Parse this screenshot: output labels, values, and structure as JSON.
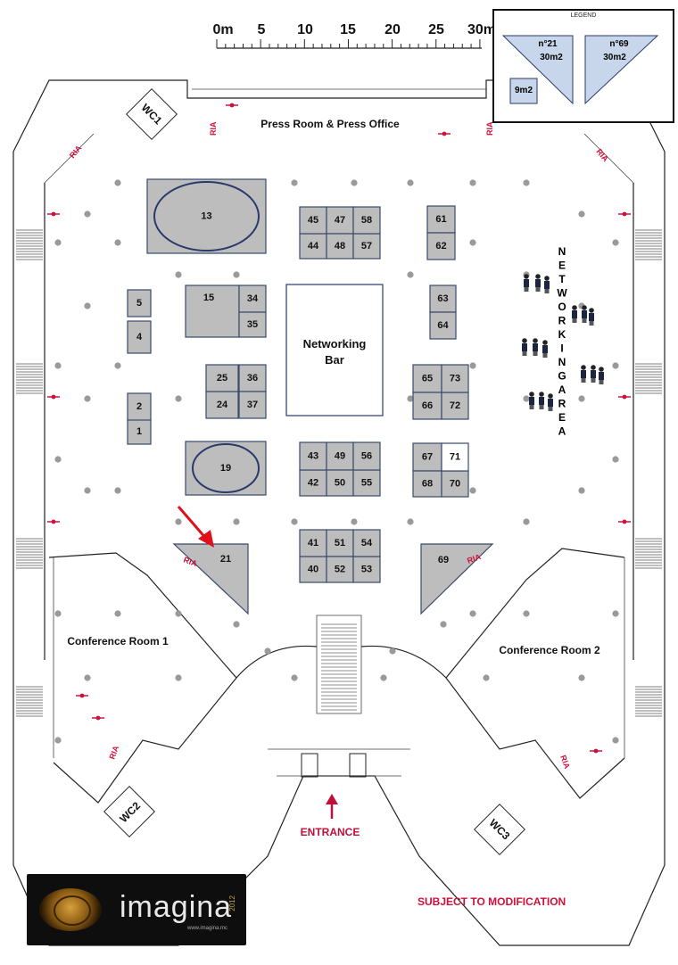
{
  "scale_bar": {
    "ticks": [
      "0m",
      "5",
      "10",
      "15",
      "20",
      "25",
      "30m"
    ]
  },
  "legend": {
    "title": "LEGEND",
    "items": [
      {
        "label": "n°21",
        "area": "30m2"
      },
      {
        "label": "n°69",
        "area": "30m2"
      },
      {
        "label": "9m2"
      }
    ]
  },
  "rooms": {
    "press": "Press Room & Press Office",
    "conference_1": "Conference Room 1",
    "conference_2": "Conference Room 2",
    "networking_bar": [
      "Networking",
      "Bar"
    ],
    "networking_area": [
      "N",
      "E",
      "T",
      "W",
      "O",
      "R",
      "K",
      "I",
      "N",
      "G",
      "A",
      "R",
      "E",
      "A"
    ],
    "entrance": "ENTRANCE"
  },
  "restrooms": [
    "WC1",
    "WC2",
    "WC3"
  ],
  "ria_label": "RIA",
  "booths": [
    "1",
    "2",
    "4",
    "5",
    "13",
    "15",
    "19",
    "21",
    "24",
    "25",
    "34",
    "35",
    "36",
    "37",
    "40",
    "41",
    "42",
    "43",
    "44",
    "45",
    "47",
    "48",
    "49",
    "50",
    "51",
    "52",
    "53",
    "54",
    "55",
    "56",
    "57",
    "58",
    "61",
    "62",
    "63",
    "64",
    "65",
    "66",
    "67",
    "68",
    "69",
    "70",
    "71",
    "72",
    "73"
  ],
  "highlighted_booth": "71",
  "notice": "SUBJECT TO MODIFICATION",
  "logo": {
    "word": "imagina",
    "year": "2012",
    "url": "www.imagina.mc"
  },
  "colors": {
    "booth_fill": "#bdbdbd",
    "booth_stroke": "#3a4a6a",
    "accent_red": "#d0103a",
    "highlight_booth": "#ffffff"
  }
}
